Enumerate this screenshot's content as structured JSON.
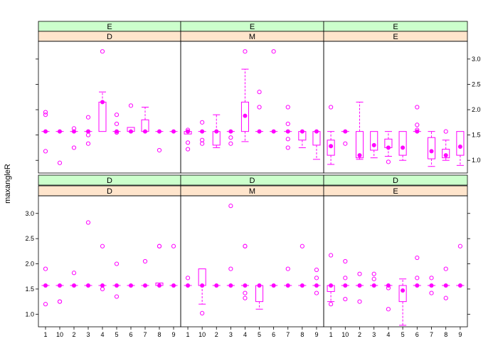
{
  "chart_data": {
    "type": "box",
    "ylabel": "maxangleR",
    "categories": [
      "1",
      "10",
      "2",
      "3",
      "4",
      "5",
      "6",
      "7",
      "8",
      "9"
    ],
    "yticks": [
      1.0,
      1.5,
      2.0,
      2.5,
      3.0
    ],
    "ytick_labels": [
      "1.0",
      "1.5",
      "2.0",
      "2.5",
      "3.0"
    ],
    "ylim": [
      0.75,
      3.35
    ],
    "strip_colors": {
      "outer": "#ccffcc",
      "inner": "#ffe5cc"
    },
    "box_color": "#ff00ff",
    "panels": [
      {
        "strip_outer": "E",
        "strip_inner": "D",
        "boxes": [
          {
            "cat": "1",
            "q1": 1.57,
            "med": 1.57,
            "q3": 1.57,
            "lo": 1.57,
            "hi": 1.57,
            "out": [
              1.95,
              1.9,
              1.18
            ]
          },
          {
            "cat": "10",
            "q1": 1.57,
            "med": 1.57,
            "q3": 1.57,
            "lo": 1.57,
            "hi": 1.57,
            "out": [
              0.95
            ]
          },
          {
            "cat": "2",
            "q1": 1.57,
            "med": 1.57,
            "q3": 1.57,
            "lo": 1.57,
            "hi": 1.57,
            "out": [
              1.63,
              1.25
            ]
          },
          {
            "cat": "3",
            "q1": 1.57,
            "med": 1.57,
            "q3": 1.57,
            "lo": 1.57,
            "hi": 1.57,
            "out": [
              1.85,
              1.5,
              1.33
            ]
          },
          {
            "cat": "4",
            "q1": 1.57,
            "med": 2.15,
            "q3": 2.15,
            "lo": 1.57,
            "hi": 2.35,
            "out": [
              3.15
            ]
          },
          {
            "cat": "5",
            "q1": 1.57,
            "med": 1.57,
            "q3": 1.57,
            "lo": 1.57,
            "hi": 1.57,
            "out": [
              1.9,
              1.72,
              1.55
            ]
          },
          {
            "cat": "6",
            "q1": 1.57,
            "med": 1.57,
            "q3": 1.65,
            "lo": 1.57,
            "hi": 1.65,
            "out": [
              2.08
            ]
          },
          {
            "cat": "7",
            "q1": 1.57,
            "med": 1.57,
            "q3": 1.8,
            "lo": 1.57,
            "hi": 2.05,
            "out": []
          },
          {
            "cat": "8",
            "q1": 1.57,
            "med": 1.57,
            "q3": 1.57,
            "lo": 1.57,
            "hi": 1.57,
            "out": [
              1.2
            ]
          },
          {
            "cat": "9",
            "q1": 1.57,
            "med": 1.57,
            "q3": 1.57,
            "lo": 1.57,
            "hi": 1.57,
            "out": []
          }
        ]
      },
      {
        "strip_outer": "E",
        "strip_inner": "M",
        "boxes": [
          {
            "cat": "1",
            "q1": 1.52,
            "med": 1.57,
            "q3": 1.57,
            "lo": 1.52,
            "hi": 1.57,
            "out": [
              1.35,
              1.22,
              1.6
            ]
          },
          {
            "cat": "10",
            "q1": 1.57,
            "med": 1.57,
            "q3": 1.57,
            "lo": 1.57,
            "hi": 1.57,
            "out": [
              1.75,
              1.4,
              1.33
            ]
          },
          {
            "cat": "2",
            "q1": 1.3,
            "med": 1.57,
            "q3": 1.57,
            "lo": 1.25,
            "hi": 1.9,
            "out": []
          },
          {
            "cat": "3",
            "q1": 1.57,
            "med": 1.57,
            "q3": 1.57,
            "lo": 1.57,
            "hi": 1.57,
            "out": [
              1.45,
              1.33
            ]
          },
          {
            "cat": "4",
            "q1": 1.57,
            "med": 1.88,
            "q3": 2.15,
            "lo": 1.37,
            "hi": 2.8,
            "out": [
              3.15
            ]
          },
          {
            "cat": "5",
            "q1": 1.57,
            "med": 1.57,
            "q3": 1.57,
            "lo": 1.57,
            "hi": 1.57,
            "out": [
              2.35,
              2.05
            ]
          },
          {
            "cat": "6",
            "q1": 1.57,
            "med": 1.57,
            "q3": 1.57,
            "lo": 1.57,
            "hi": 1.57,
            "out": [
              3.15
            ]
          },
          {
            "cat": "7",
            "q1": 1.57,
            "med": 1.57,
            "q3": 1.57,
            "lo": 1.57,
            "hi": 1.57,
            "out": [
              2.05,
              1.72,
              1.42,
              1.25
            ]
          },
          {
            "cat": "8",
            "q1": 1.4,
            "med": 1.57,
            "q3": 1.57,
            "lo": 1.25,
            "hi": 1.57,
            "out": []
          },
          {
            "cat": "9",
            "q1": 1.3,
            "med": 1.57,
            "q3": 1.57,
            "lo": 1.02,
            "hi": 1.57,
            "out": []
          }
        ]
      },
      {
        "strip_outer": "E",
        "strip_inner": "E",
        "boxes": [
          {
            "cat": "1",
            "q1": 1.1,
            "med": 1.28,
            "q3": 1.4,
            "lo": 0.92,
            "hi": 1.57,
            "out": [
              2.05
            ]
          },
          {
            "cat": "10",
            "q1": 1.57,
            "med": 1.57,
            "q3": 1.57,
            "lo": 1.57,
            "hi": 1.57,
            "out": [
              1.33
            ]
          },
          {
            "cat": "2",
            "q1": 1.05,
            "med": 1.1,
            "q3": 1.57,
            "lo": 1.02,
            "hi": 2.15,
            "out": []
          },
          {
            "cat": "3",
            "q1": 1.2,
            "med": 1.3,
            "q3": 1.57,
            "lo": 1.05,
            "hi": 1.57,
            "out": []
          },
          {
            "cat": "4",
            "q1": 1.25,
            "med": 1.25,
            "q3": 1.42,
            "lo": 1.08,
            "hi": 1.57,
            "out": [
              0.97
            ]
          },
          {
            "cat": "5",
            "q1": 1.1,
            "med": 1.25,
            "q3": 1.57,
            "lo": 1.0,
            "hi": 1.57,
            "out": []
          },
          {
            "cat": "6",
            "q1": 1.57,
            "med": 1.57,
            "q3": 1.57,
            "lo": 1.57,
            "hi": 1.57,
            "out": [
              2.05,
              1.7,
              1.6
            ]
          },
          {
            "cat": "7",
            "q1": 1.03,
            "med": 1.18,
            "q3": 1.45,
            "lo": 0.88,
            "hi": 1.57,
            "out": []
          },
          {
            "cat": "8",
            "q1": 1.05,
            "med": 1.1,
            "q3": 1.22,
            "lo": 1.0,
            "hi": 1.4,
            "out": [
              1.57
            ]
          },
          {
            "cat": "9",
            "q1": 1.1,
            "med": 1.27,
            "q3": 1.57,
            "lo": 0.9,
            "hi": 1.57,
            "out": []
          }
        ]
      },
      {
        "strip_outer": "D",
        "strip_inner": "D",
        "boxes": [
          {
            "cat": "1",
            "q1": 1.57,
            "med": 1.57,
            "q3": 1.57,
            "lo": 1.57,
            "hi": 1.57,
            "out": [
              1.9,
              1.2
            ]
          },
          {
            "cat": "10",
            "q1": 1.57,
            "med": 1.57,
            "q3": 1.57,
            "lo": 1.57,
            "hi": 1.57,
            "out": [
              1.25,
              1.25
            ]
          },
          {
            "cat": "2",
            "q1": 1.57,
            "med": 1.57,
            "q3": 1.57,
            "lo": 1.57,
            "hi": 1.57,
            "out": [
              1.82
            ]
          },
          {
            "cat": "3",
            "q1": 1.57,
            "med": 1.57,
            "q3": 1.57,
            "lo": 1.57,
            "hi": 1.57,
            "out": [
              2.82
            ]
          },
          {
            "cat": "4",
            "q1": 1.57,
            "med": 1.57,
            "q3": 1.57,
            "lo": 1.57,
            "hi": 1.57,
            "out": [
              2.35,
              1.5
            ]
          },
          {
            "cat": "5",
            "q1": 1.57,
            "med": 1.57,
            "q3": 1.57,
            "lo": 1.57,
            "hi": 1.57,
            "out": [
              2.0,
              1.35
            ]
          },
          {
            "cat": "6",
            "q1": 1.57,
            "med": 1.57,
            "q3": 1.57,
            "lo": 1.57,
            "hi": 1.57,
            "out": []
          },
          {
            "cat": "7",
            "q1": 1.57,
            "med": 1.57,
            "q3": 1.57,
            "lo": 1.57,
            "hi": 1.57,
            "out": [
              2.05
            ]
          },
          {
            "cat": "8",
            "q1": 1.57,
            "med": 1.57,
            "q3": 1.62,
            "lo": 1.57,
            "hi": 1.62,
            "out": [
              2.35,
              2.35
            ]
          },
          {
            "cat": "9",
            "q1": 1.57,
            "med": 1.57,
            "q3": 1.57,
            "lo": 1.57,
            "hi": 1.57,
            "out": [
              2.35
            ]
          }
        ]
      },
      {
        "strip_outer": "D",
        "strip_inner": "M",
        "boxes": [
          {
            "cat": "1",
            "q1": 1.57,
            "med": 1.57,
            "q3": 1.57,
            "lo": 1.57,
            "hi": 1.57,
            "out": [
              1.72
            ]
          },
          {
            "cat": "10",
            "q1": 1.57,
            "med": 1.57,
            "q3": 1.9,
            "lo": 1.2,
            "hi": 1.9,
            "out": [
              1.02
            ]
          },
          {
            "cat": "2",
            "q1": 1.57,
            "med": 1.57,
            "q3": 1.57,
            "lo": 1.57,
            "hi": 1.57,
            "out": []
          },
          {
            "cat": "3",
            "q1": 1.57,
            "med": 1.57,
            "q3": 1.57,
            "lo": 1.57,
            "hi": 1.57,
            "out": [
              3.15,
              1.9
            ]
          },
          {
            "cat": "4",
            "q1": 1.57,
            "med": 1.57,
            "q3": 1.57,
            "lo": 1.57,
            "hi": 1.57,
            "out": [
              2.35,
              2.35,
              1.42,
              1.32
            ]
          },
          {
            "cat": "5",
            "q1": 1.25,
            "med": 1.57,
            "q3": 1.57,
            "lo": 1.1,
            "hi": 1.57,
            "out": []
          },
          {
            "cat": "6",
            "q1": 1.57,
            "med": 1.57,
            "q3": 1.57,
            "lo": 1.57,
            "hi": 1.57,
            "out": []
          },
          {
            "cat": "7",
            "q1": 1.57,
            "med": 1.57,
            "q3": 1.57,
            "lo": 1.57,
            "hi": 1.57,
            "out": [
              1.9
            ]
          },
          {
            "cat": "8",
            "q1": 1.57,
            "med": 1.57,
            "q3": 1.57,
            "lo": 1.57,
            "hi": 1.57,
            "out": [
              2.35
            ]
          },
          {
            "cat": "9",
            "q1": 1.57,
            "med": 1.57,
            "q3": 1.57,
            "lo": 1.57,
            "hi": 1.57,
            "out": [
              1.88,
              1.72,
              1.42
            ]
          }
        ]
      },
      {
        "strip_outer": "D",
        "strip_inner": "E",
        "boxes": [
          {
            "cat": "1",
            "q1": 1.45,
            "med": 1.57,
            "q3": 1.57,
            "lo": 1.25,
            "hi": 1.57,
            "out": [
              2.17,
              1.2
            ]
          },
          {
            "cat": "10",
            "q1": 1.57,
            "med": 1.57,
            "q3": 1.57,
            "lo": 1.57,
            "hi": 1.57,
            "out": [
              2.05,
              1.72,
              1.3
            ]
          },
          {
            "cat": "2",
            "q1": 1.57,
            "med": 1.57,
            "q3": 1.57,
            "lo": 1.57,
            "hi": 1.57,
            "out": [
              1.8,
              1.25
            ]
          },
          {
            "cat": "3",
            "q1": 1.57,
            "med": 1.57,
            "q3": 1.57,
            "lo": 1.57,
            "hi": 1.57,
            "out": [
              1.8,
              1.7
            ]
          },
          {
            "cat": "4",
            "q1": 1.57,
            "med": 1.57,
            "q3": 1.57,
            "lo": 1.57,
            "hi": 1.57,
            "out": [
              1.52,
              1.1
            ]
          },
          {
            "cat": "5",
            "q1": 1.25,
            "med": 1.47,
            "q3": 1.57,
            "lo": 0.78,
            "hi": 1.7,
            "out": []
          },
          {
            "cat": "6",
            "q1": 1.57,
            "med": 1.57,
            "q3": 1.57,
            "lo": 1.57,
            "hi": 1.57,
            "out": [
              2.12,
              1.72
            ]
          },
          {
            "cat": "7",
            "q1": 1.57,
            "med": 1.57,
            "q3": 1.57,
            "lo": 1.57,
            "hi": 1.57,
            "out": [
              1.72,
              1.42
            ]
          },
          {
            "cat": "8",
            "q1": 1.57,
            "med": 1.57,
            "q3": 1.57,
            "lo": 1.57,
            "hi": 1.57,
            "out": [
              1.9,
              1.32
            ]
          },
          {
            "cat": "9",
            "q1": 1.57,
            "med": 1.57,
            "q3": 1.57,
            "lo": 1.57,
            "hi": 1.57,
            "out": [
              2.35
            ]
          }
        ]
      }
    ]
  }
}
